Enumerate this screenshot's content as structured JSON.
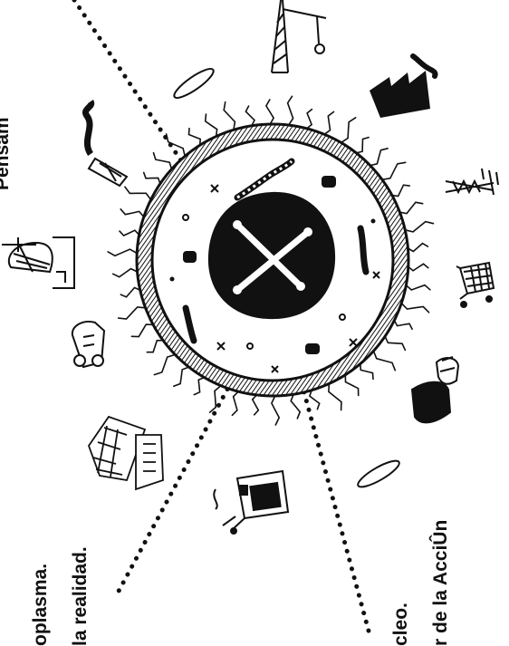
{
  "labels": {
    "top_right": "Pensam",
    "left_line1": "oplasma.",
    "left_line2": "la realidad.",
    "bottom_line1": "cleo.",
    "bottom_line2": "r de la AcciÛn"
  },
  "colors": {
    "ink": "#111111",
    "paper": "#ffffff"
  },
  "icons": [
    "crane-icon",
    "surfboard-icon",
    "factory-icon",
    "smokestack-icon",
    "power-tower-icon",
    "church-icon",
    "shopping-cart-icon",
    "car-icon",
    "jar-icon",
    "buildings-icon",
    "television-icon"
  ]
}
